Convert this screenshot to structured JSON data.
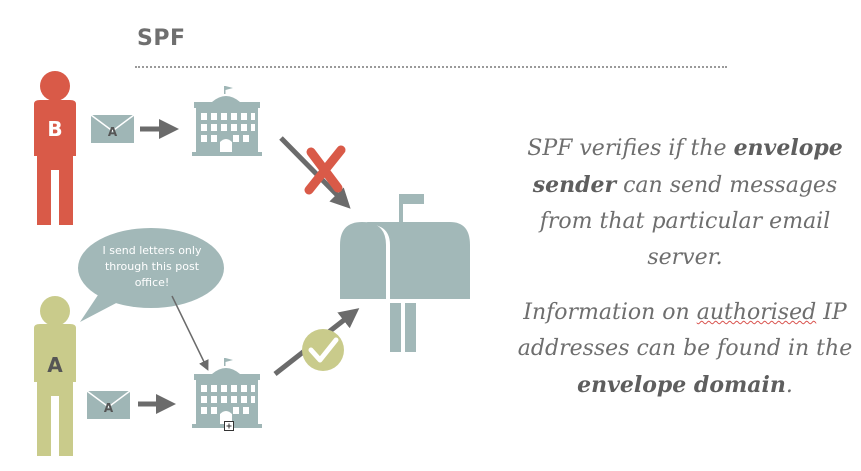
{
  "title": "SPF",
  "person_b": {
    "label": "B",
    "color": "#d95a48"
  },
  "person_a": {
    "label": "A",
    "color": "#c9cb8b"
  },
  "envelope_label": "A",
  "speech_bubble": {
    "text": "I send letters only through this post office!"
  },
  "colors": {
    "building": "#9fb6b6",
    "arrow": "#6b6b6b",
    "reject": "#d95a48",
    "accept": "#c9cb8b",
    "mailbox": "#a2b8b8",
    "envelope": "#9fb6b6"
  },
  "icons": {
    "reject": "cross-icon",
    "accept": "check-icon"
  },
  "paragraph1": {
    "part1": "SPF verifies if the ",
    "bold1": "envelope sender",
    "part2": " can send messages from that particular email server."
  },
  "paragraph2": {
    "part1": "Information on ",
    "underlined": "authorised",
    "part2": " IP addresses can be found in the ",
    "bold1": "envelope domain",
    "part3": "."
  }
}
